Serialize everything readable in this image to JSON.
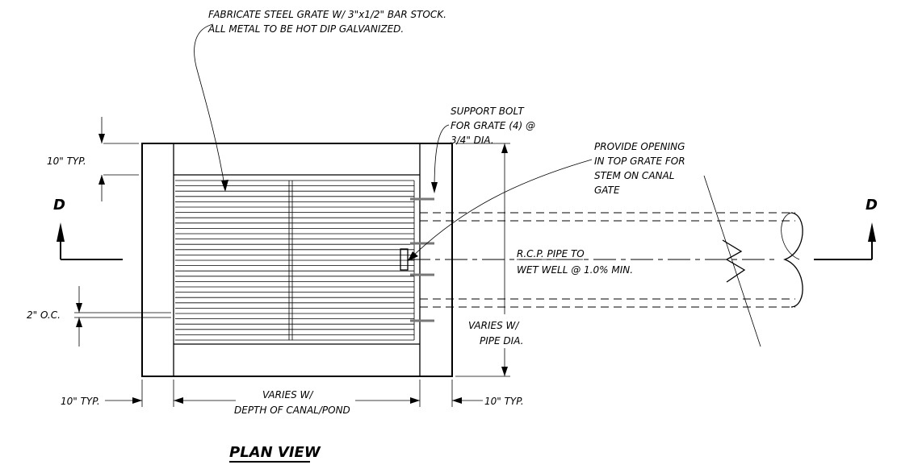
{
  "notes": {
    "fabricate_line1": "FABRICATE STEEL GRATE W/ 3\"x1/2\" BAR STOCK.",
    "fabricate_line2": "ALL METAL TO BE HOT DIP GALVANIZED.",
    "support_line1": "SUPPORT BOLT",
    "support_line2": "FOR GRATE (4) @",
    "support_line3": "3/4\" DIA.",
    "opening_line1": "PROVIDE OPENING",
    "opening_line2": "IN TOP GRATE FOR",
    "opening_line3": "STEM ON CANAL",
    "opening_line4": "GATE",
    "pipe_line1": "R.C.P. PIPE TO",
    "pipe_line2": "WET WELL @ 1.0% MIN."
  },
  "dimensions": {
    "top_typ": "10\" TYP.",
    "spacing": "2\" O.C.",
    "varies_pipe_line1": "VARIES W/",
    "varies_pipe_line2": "PIPE DIA.",
    "left_typ": "10\" TYP.",
    "right_typ": "10\" TYP.",
    "varies_depth_line1": "VARIES W/",
    "varies_depth_line2": "DEPTH OF CANAL/POND"
  },
  "section_markers": {
    "left": "D",
    "right": "D"
  },
  "title": "PLAN VIEW",
  "grate": {
    "bar_count": 31
  }
}
